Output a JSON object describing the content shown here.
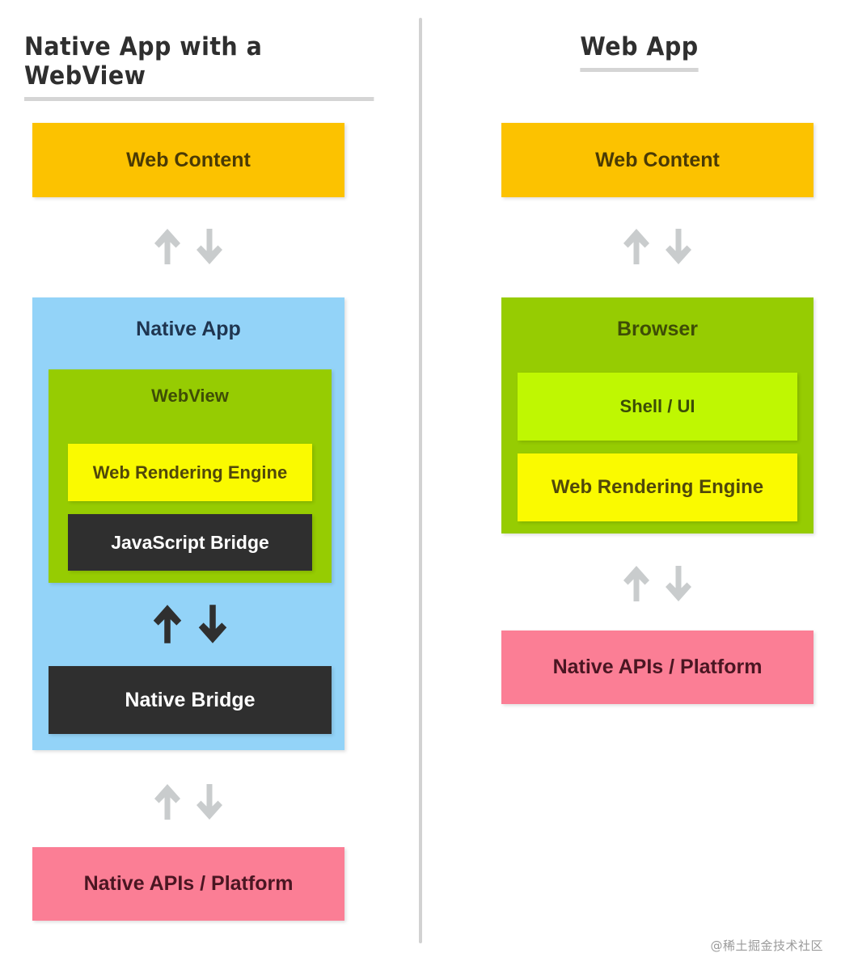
{
  "columns": [
    {
      "id": "native-app-with-webview",
      "title": "Native App with a WebView",
      "layers": {
        "web_content": "Web Content",
        "native_app": "Native App",
        "webview": "WebView",
        "web_rendering_engine": "Web Rendering Engine",
        "javascript_bridge": "JavaScript Bridge",
        "native_bridge": "Native Bridge",
        "native_apis": "Native APIs / Platform"
      }
    },
    {
      "id": "web-app",
      "title": "Web App",
      "layers": {
        "web_content": "Web Content",
        "browser": "Browser",
        "shell_ui": "Shell / UI",
        "web_rendering_engine": "Web Rendering Engine",
        "native_apis": "Native APIs / Platform"
      }
    }
  ],
  "arrows": {
    "up_glyph": "arrow-up",
    "down_glyph": "arrow-down",
    "gray_color": "#c9cccd",
    "dark_color": "#2f2f2f"
  },
  "colors": {
    "web_content": "#FCC200",
    "native_app": "#93D3F8",
    "browser_green": "#96CC02",
    "shell_ui_green": "#BFF702",
    "engine_yellow": "#FAFA00",
    "bridge_dark": "#2f2f2f",
    "native_api_pink": "#FB7E95",
    "divider": "#d2d2d2",
    "title_underline": "#d5d5d5",
    "background": "#ffffff"
  },
  "watermark": "@稀土掘金技术社区"
}
